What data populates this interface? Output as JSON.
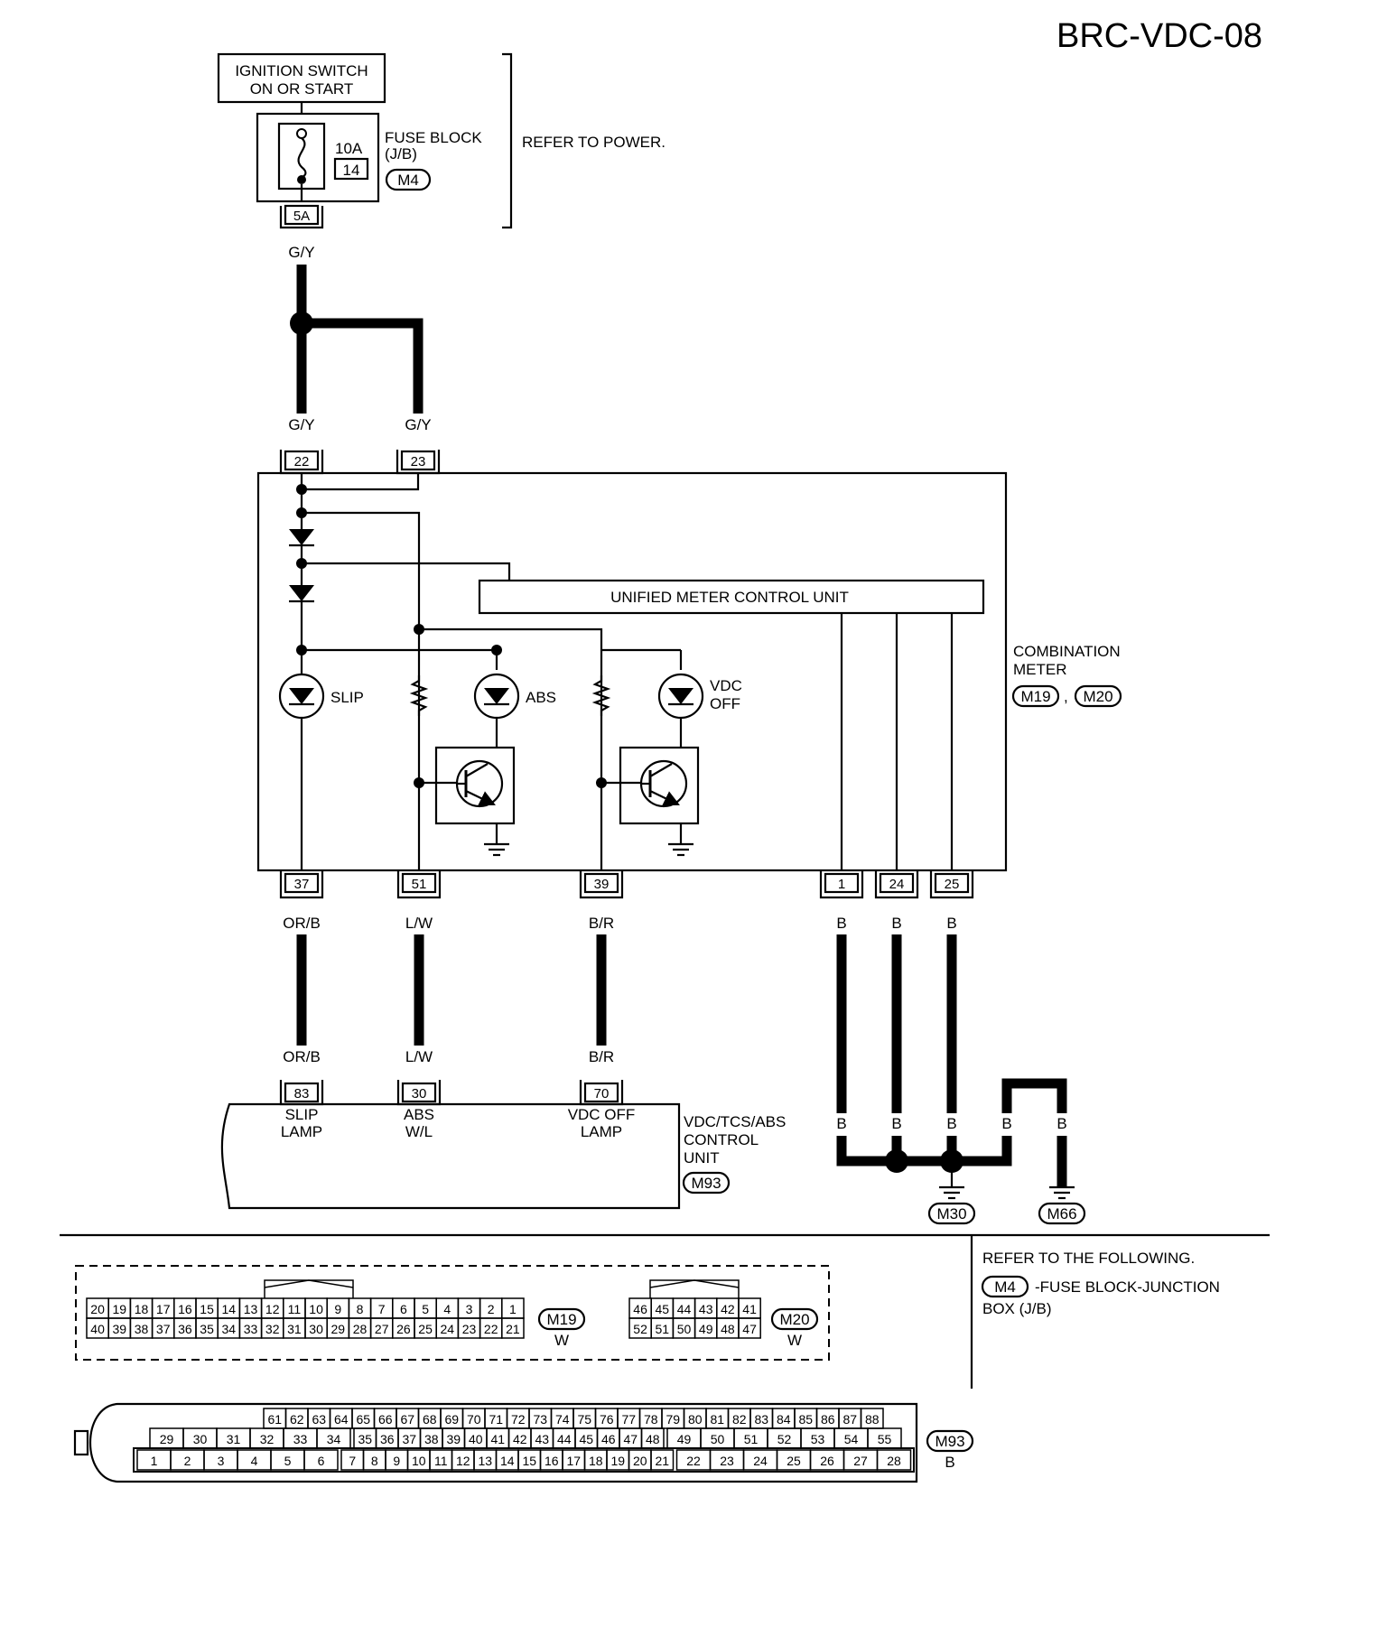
{
  "page_id": "BRC-VDC-08",
  "ignition_switch": {
    "line1": "IGNITION SWITCH",
    "line2": "ON OR START"
  },
  "fuse": {
    "amperage": "10A",
    "number": "14",
    "block_line1": "FUSE BLOCK",
    "block_line2": "(J/B)",
    "connector": "M4",
    "output_terminal": "5A",
    "refer_note": "REFER TO POWER."
  },
  "wire_colors": {
    "feed": "G/Y",
    "slip": "OR/B",
    "abs": "L/W",
    "vdc_off": "B/R",
    "ground": "B"
  },
  "combination_meter": {
    "label_line1": "COMBINATION",
    "label_line2": "METER",
    "connector_a": "M19",
    "connector_sep": ",",
    "connector_b": "M20",
    "control_unit": "UNIFIED METER CONTROL UNIT",
    "input_terminals": [
      "22",
      "23"
    ],
    "lamps": {
      "slip": "SLIP",
      "abs": "ABS",
      "vdc_line1": "VDC",
      "vdc_line2": "OFF"
    },
    "output_terminals": [
      "37",
      "51",
      "39"
    ],
    "ground_terminals": [
      "1",
      "24",
      "25"
    ]
  },
  "vdc_unit": {
    "terminals": [
      "83",
      "30",
      "70"
    ],
    "slip_line1": "SLIP",
    "slip_line2": "LAMP",
    "abs_line1": "ABS",
    "abs_line2": "W/L",
    "vdc_line1": "VDC OFF",
    "vdc_line2": "LAMP",
    "label_line1": "VDC/TCS/ABS",
    "label_line2": "CONTROL",
    "label_line3": "UNIT",
    "connector": "M93"
  },
  "grounds": [
    "M30",
    "M66"
  ],
  "refer_following": {
    "line1": "REFER TO THE FOLLOWING.",
    "connector": "M4",
    "text": "-FUSE BLOCK-JUNCTION",
    "text2": "BOX (J/B)"
  },
  "connector_m19": {
    "name": "M19",
    "color": "W",
    "top": [
      "20",
      "19",
      "18",
      "17",
      "16",
      "15",
      "14",
      "13",
      "12",
      "11",
      "10",
      "9",
      "8",
      "7",
      "6",
      "5",
      "4",
      "3",
      "2",
      "1"
    ],
    "bottom": [
      "40",
      "39",
      "38",
      "37",
      "36",
      "35",
      "34",
      "33",
      "32",
      "31",
      "30",
      "29",
      "28",
      "27",
      "26",
      "25",
      "24",
      "23",
      "22",
      "21"
    ]
  },
  "connector_m20": {
    "name": "M20",
    "color": "W",
    "top": [
      "46",
      "45",
      "44",
      "43",
      "42",
      "41"
    ],
    "bottom": [
      "52",
      "51",
      "50",
      "49",
      "48",
      "47"
    ]
  },
  "connector_m93": {
    "name": "M93",
    "color": "B",
    "row1": [
      "61",
      "62",
      "63",
      "64",
      "65",
      "66",
      "67",
      "68",
      "69",
      "70",
      "71",
      "72",
      "73",
      "74",
      "75",
      "76",
      "77",
      "78",
      "79",
      "80",
      "81",
      "82",
      "83",
      "84",
      "85",
      "86",
      "87",
      "88"
    ],
    "row2": [
      "29",
      "30",
      "31",
      "32",
      "33",
      "34",
      "35",
      "36",
      "37",
      "38",
      "39",
      "40",
      "41",
      "42",
      "43",
      "44",
      "45",
      "46",
      "47",
      "48",
      "49",
      "50",
      "51",
      "52",
      "53",
      "54",
      "55"
    ],
    "row3": [
      "1",
      "2",
      "3",
      "4",
      "5",
      "6",
      "7",
      "8",
      "9",
      "10",
      "11",
      "12",
      "13",
      "14",
      "15",
      "16",
      "17",
      "18",
      "19",
      "20",
      "21",
      "22",
      "23",
      "24",
      "25",
      "26",
      "27",
      "28"
    ]
  }
}
